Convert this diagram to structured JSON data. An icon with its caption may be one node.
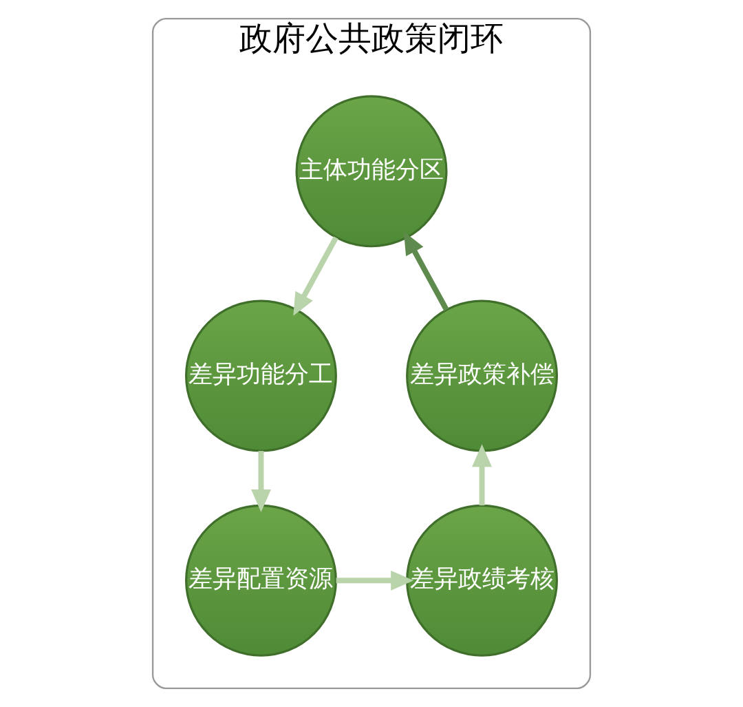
{
  "diagram": {
    "nodes": [
      {
        "text": [
          "政府公共政策闭环"
        ]
      },
      {
        "text": [
          "主体功能分区"
        ],
        "in": 0
      },
      {
        "text": [
          "差异功能分工"
        ],
        "in": 0
      },
      {
        "text": [
          "差异配置资源"
        ],
        "in": 0
      },
      {
        "text": [
          "差异政绩考核"
        ],
        "in": 0
      },
      {
        "text": [
          "差异政策补偿"
        ],
        "in": 0
      }
    ],
    "edges": [
      {
        "from": 1,
        "to": 2,
        "arrow": "to"
      },
      {
        "from": 2,
        "to": 3,
        "arrow": "to"
      },
      {
        "from": 3,
        "to": 4,
        "arrow": "to"
      },
      {
        "from": 4,
        "to": 5,
        "arrow": "to"
      },
      {
        "from": 5,
        "to": 1,
        "arrow": "to",
        "color": "#5e8a4e"
      }
    ]
  }
}
